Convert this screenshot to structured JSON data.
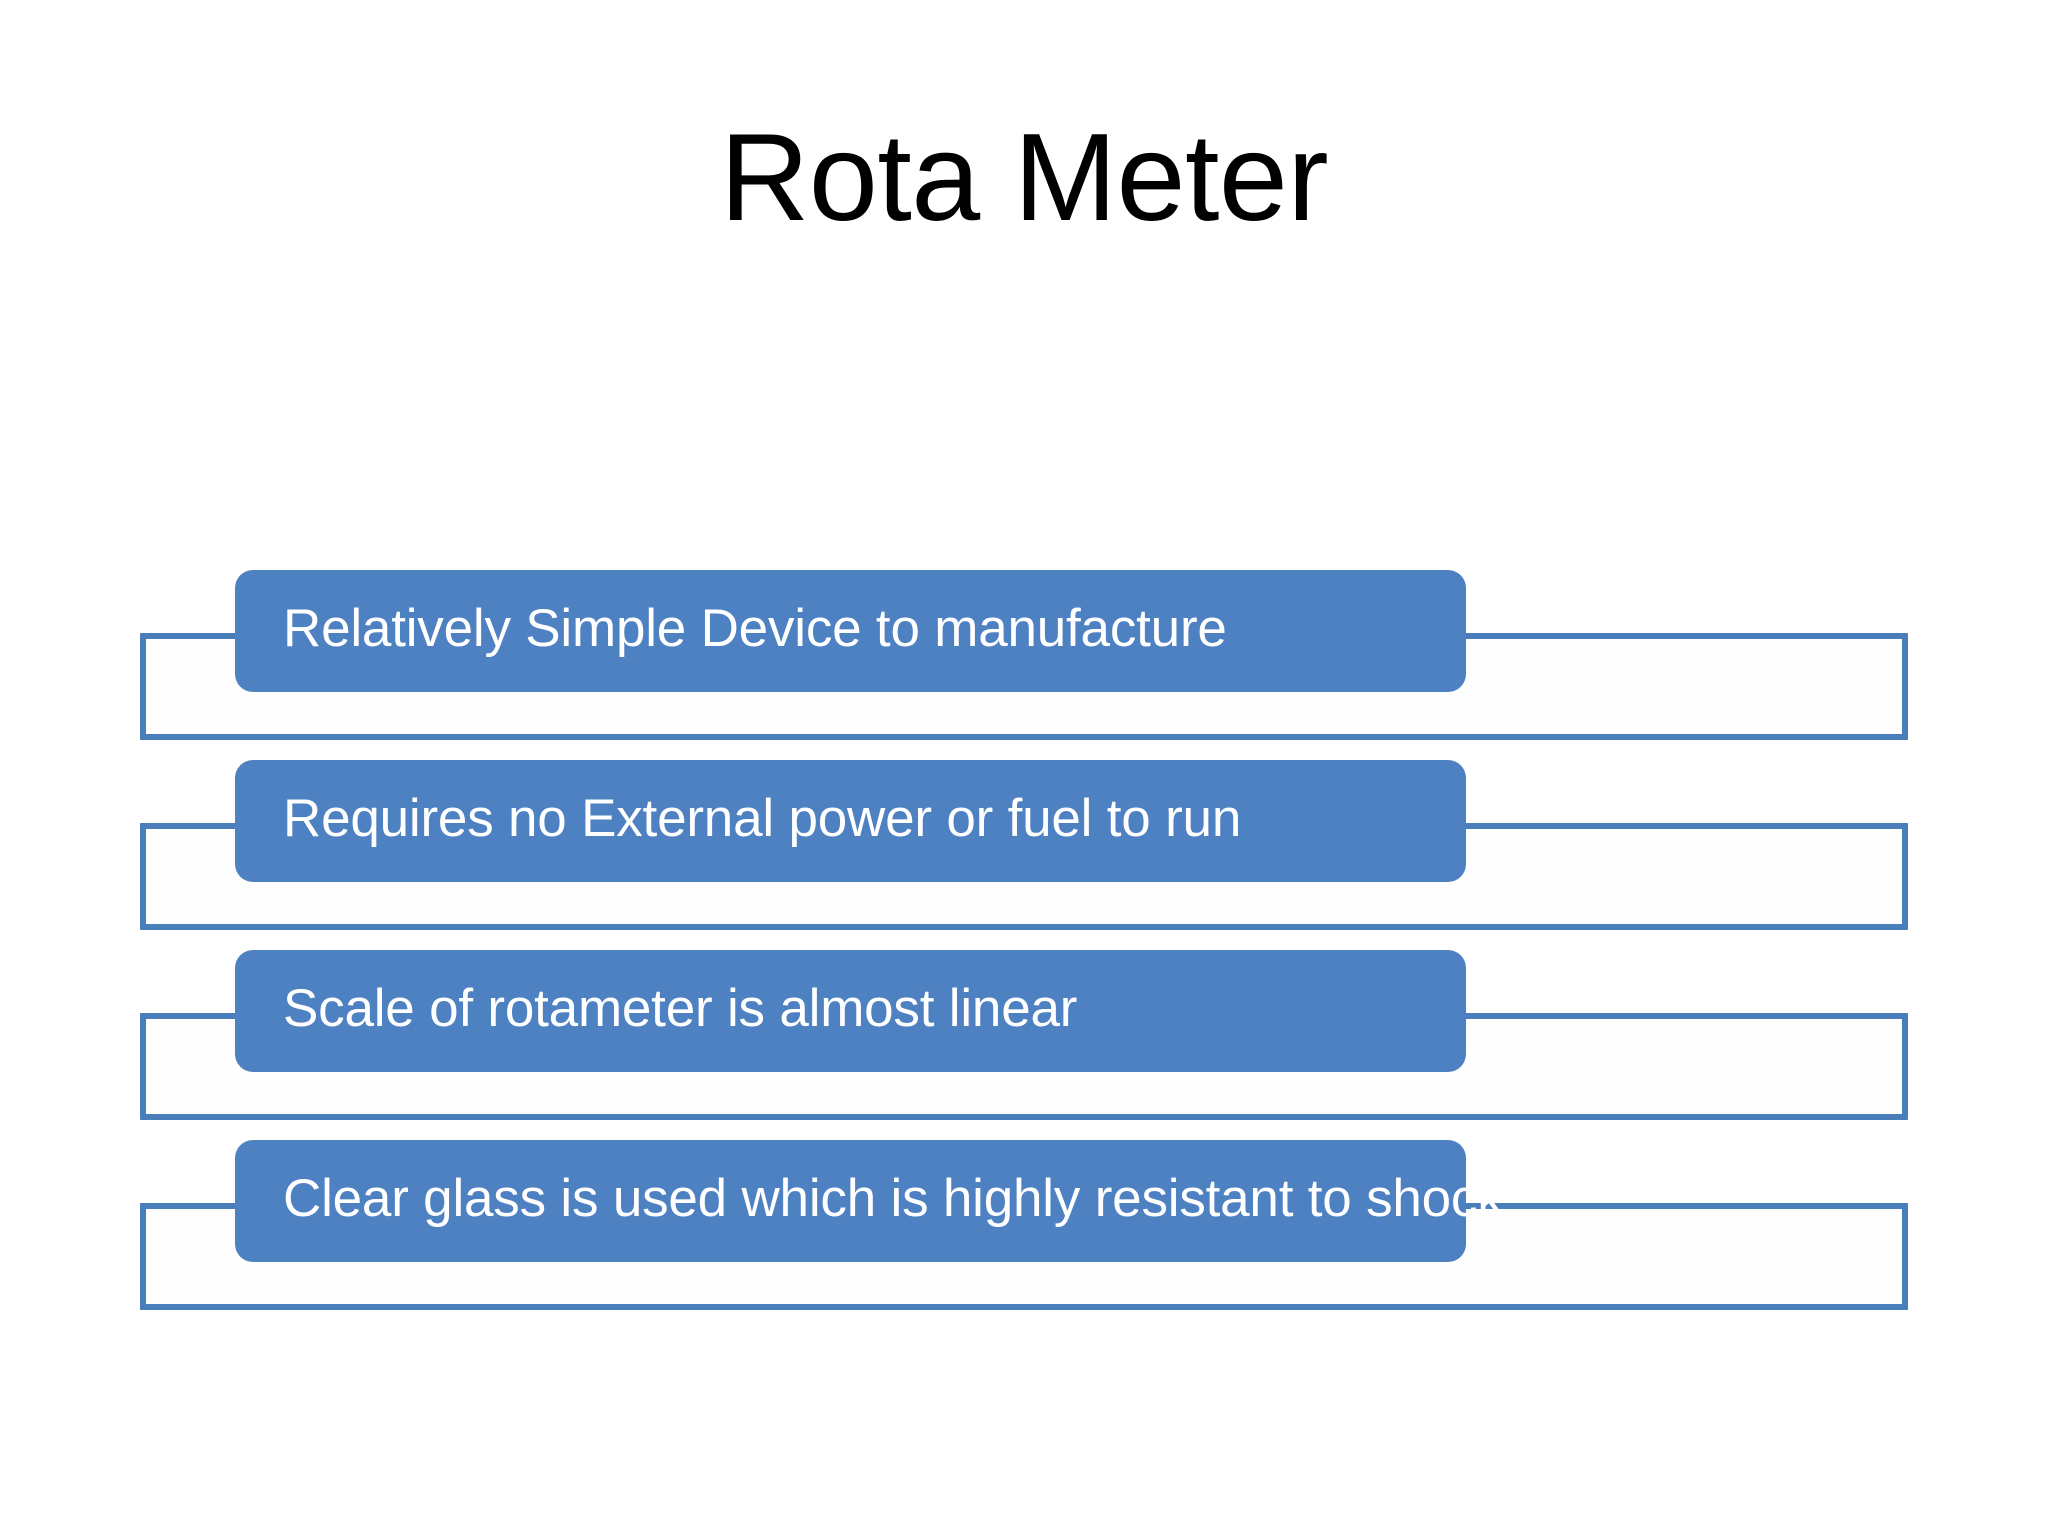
{
  "slide": {
    "title": "Rota Meter",
    "background_color": "#ffffff",
    "title_color": "#000000"
  },
  "theme": {
    "chip_fill": "#4e81c2",
    "chip_text_color": "#ffffff",
    "outline_border_color": "#4a7ebb",
    "outline_fill": "#fdfefd"
  },
  "diagram": {
    "type": "vertical-block-list",
    "items": [
      {
        "label": "Relatively Simple Device to manufacture"
      },
      {
        "label": "Requires no External power or fuel to run"
      },
      {
        "label": "Scale of rotameter is almost linear"
      },
      {
        "label": "Clear glass is used which is highly resistant to shock"
      }
    ]
  }
}
